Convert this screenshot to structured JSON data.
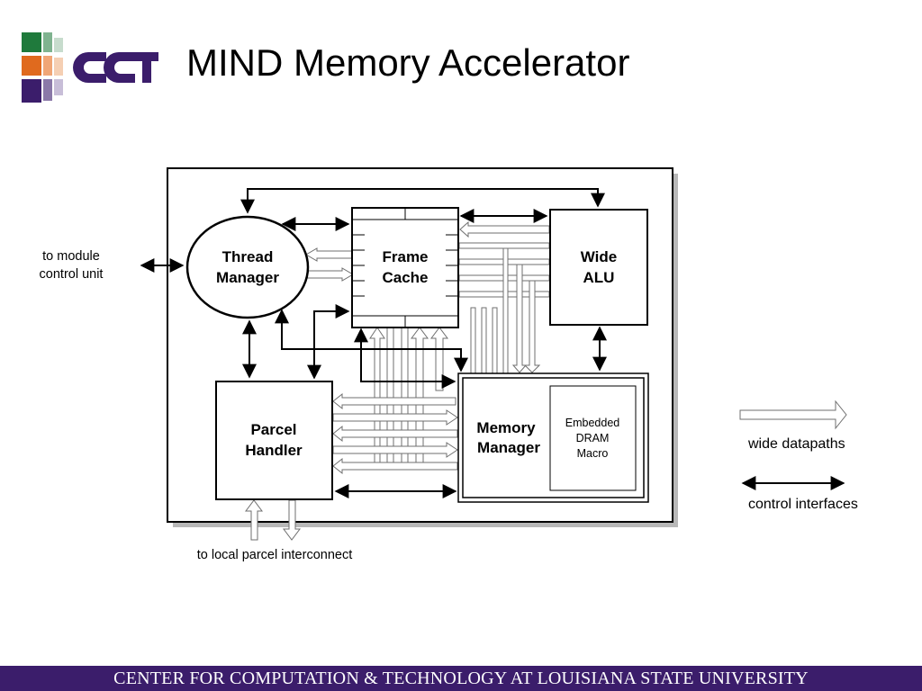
{
  "slide": {
    "title": "MIND Memory Accelerator",
    "logo_text": "cct",
    "footer": "CENTER FOR COMPUTATION & TECHNOLOGY AT LOUISIANA STATE UNIVERSITY"
  },
  "diagram": {
    "thread_manager": [
      "Thread",
      "Manager"
    ],
    "frame_cache": [
      "Frame",
      "Cache"
    ],
    "wide_alu": [
      "Wide",
      "ALU"
    ],
    "parcel_handler": [
      "Parcel",
      "Handler"
    ],
    "memory_manager": [
      "Memory",
      "Manager"
    ],
    "embedded_dram": [
      "Embedded",
      "DRAM",
      "Macro"
    ],
    "module_control": [
      "to module",
      "control unit"
    ],
    "parcel_interconnect": "to local parcel interconnect"
  },
  "legend": {
    "wide_datapaths": "wide datapaths",
    "control_interfaces": "control interfaces"
  },
  "colors": {
    "footer_bg": "#3b1d6b",
    "logo_purple": "#3b1d6b",
    "logo_green": "#1f7a3c",
    "logo_orange": "#e06a1e"
  }
}
